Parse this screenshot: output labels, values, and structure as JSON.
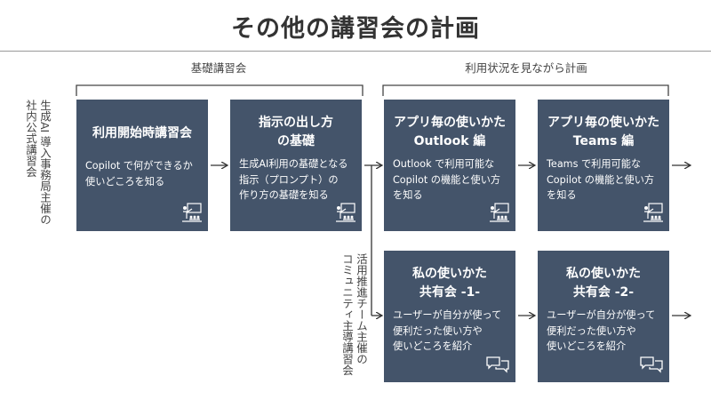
{
  "page": {
    "title": "その他の講習会の計画"
  },
  "groups": {
    "basic": "基礎講習会",
    "usage": "利用状況を見ながら計画"
  },
  "side_labels": {
    "official_line1": "生成AI 導入事務局主催の",
    "official_line2": "社内公式講習会",
    "community_line1": "活用推進チーム主催の",
    "community_line2": "コミュニティ主導講習会"
  },
  "boxes": [
    {
      "id": "intro",
      "title_lines": [
        "利用開始時講習会"
      ],
      "desc_lines": [
        "Copilot で何ができるか",
        "使いどころを知る"
      ],
      "icon": "presentation-icon"
    },
    {
      "id": "prompt",
      "title_lines": [
        "指示の出し方",
        "の基礎"
      ],
      "desc_lines": [
        "生成AI利用の基礎となる",
        "指示（プロンプト）の",
        "作り方の基礎を知る"
      ],
      "icon": "presentation-icon"
    },
    {
      "id": "outlook",
      "title_lines": [
        "アプリ毎の使いかた",
        "Outlook 編"
      ],
      "desc_lines": [
        "Outlook で利用可能な",
        "Copilot の機能と使い方",
        "を知る"
      ],
      "icon": "presentation-icon"
    },
    {
      "id": "teams",
      "title_lines": [
        "アプリ毎の使いかた",
        "Teams 編"
      ],
      "desc_lines": [
        "Teams で利用可能な",
        "Copilot の機能と使い方",
        "を知る"
      ],
      "icon": "presentation-icon"
    },
    {
      "id": "share1",
      "title_lines": [
        "私の使いかた",
        "共有会 -1-"
      ],
      "desc_lines": [
        "ユーザーが自分が使って",
        "便利だった使い方や",
        "使いどころを紹介"
      ],
      "icon": "chat-bubbles-icon"
    },
    {
      "id": "share2",
      "title_lines": [
        "私の使いかた",
        "共有会 -2-"
      ],
      "desc_lines": [
        "ユーザーが自分が使って",
        "便利だった使い方や",
        "使いどころを紹介"
      ],
      "icon": "chat-bubbles-icon"
    }
  ],
  "colors": {
    "box_fill": "#44546a",
    "box_text": "#ffffff",
    "line": "#333333"
  }
}
